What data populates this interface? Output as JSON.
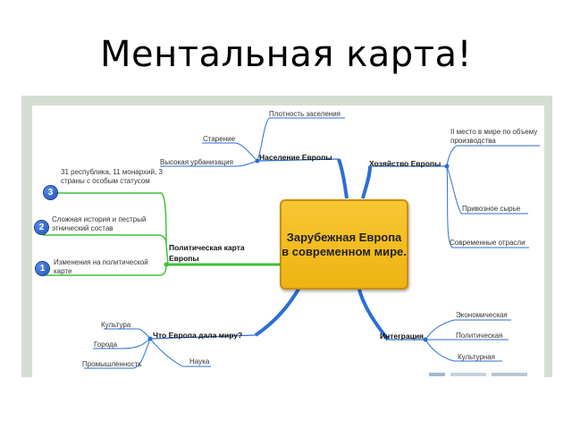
{
  "slide": {
    "title": "Ментальная карта!"
  },
  "center": {
    "text": "Зарубежная Европа в современном мире."
  },
  "branches": {
    "population": {
      "title": "Население Европы",
      "items": [
        "Плотность заселения",
        "Старение",
        "Высокая урбанизация"
      ]
    },
    "economy": {
      "title": "Хозяйство Европы",
      "items": [
        "II место в мире по объему производства",
        "Привозное сырье",
        "Современные отрасли"
      ]
    },
    "politics": {
      "title": "Политическая карта Европы",
      "items": [
        {
          "badge": "3",
          "text": "31 республика, 11 монархий, 3 страны с особым статусом"
        },
        {
          "badge": "2",
          "text": "Сложная история и пестрый этнический состав"
        },
        {
          "badge": "1",
          "text": "Изменения на политической карте"
        }
      ]
    },
    "gift": {
      "title": "Что Европа дала миру?",
      "items": [
        "Культура",
        "Города",
        "Промышленность",
        "Наука"
      ]
    },
    "integration": {
      "title": "Интеграция",
      "items": [
        "Экономическая",
        "Политическая",
        "Культурная"
      ]
    }
  },
  "colors": {
    "blue_link": "#2a6fd6",
    "green_link": "#3fc23a",
    "center_fill": "#f2bb1e"
  }
}
